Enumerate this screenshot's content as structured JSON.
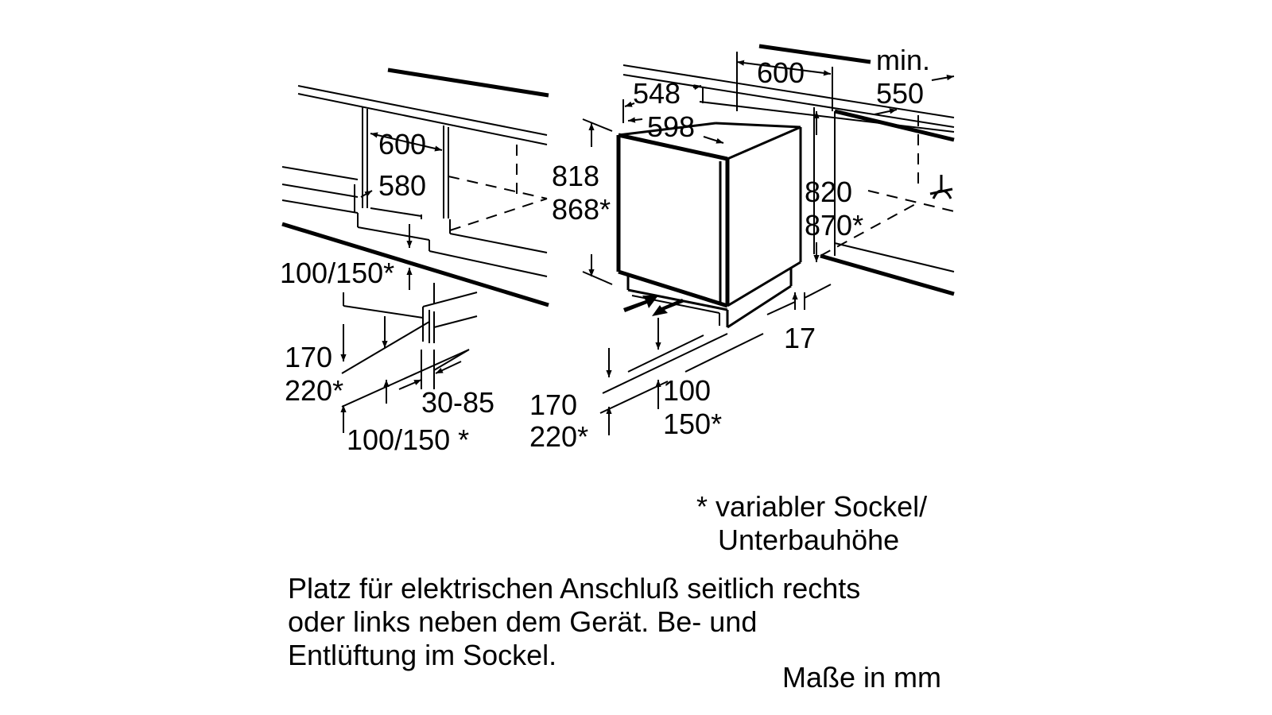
{
  "labels": {
    "left_600": "600",
    "left_580": "580",
    "left_plinth_top": "100/150*",
    "left_170": "170",
    "left_220": "220*",
    "left_30_85": "30-85",
    "left_plinth_bottom": "100/150 *",
    "right_600": "600",
    "right_min": "min.",
    "right_550": "550",
    "right_548": "548",
    "right_598": "598",
    "right_818": "818",
    "right_868": "868*",
    "right_820": "820",
    "right_870": "870*",
    "right_17": "17",
    "right_170": "170",
    "right_220": "220*",
    "right_100": "100",
    "right_150": "150*"
  },
  "footnote": {
    "line1": "* variabler Sockel/",
    "line2": "Unterbauhöhe"
  },
  "info": {
    "line1": "Platz für elektrischen Anschluß seitlich rechts",
    "line2": "oder links neben dem Gerät. Be- und",
    "line3": "Entlüftung im Sockel."
  },
  "unit_note": "Maße in mm"
}
